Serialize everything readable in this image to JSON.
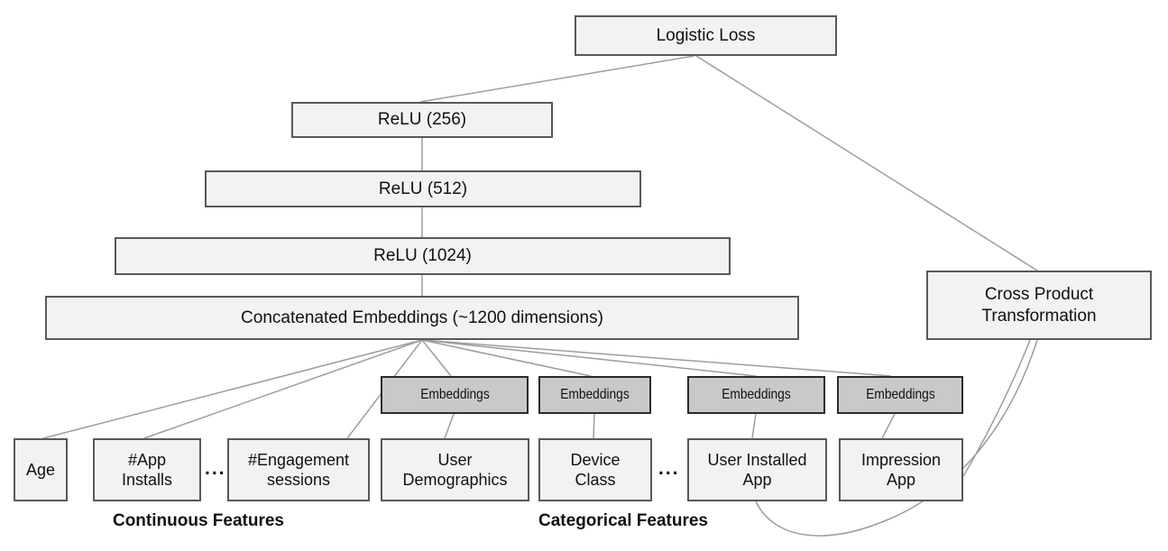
{
  "diagram": {
    "nodes": {
      "logistic_loss": "Logistic Loss",
      "relu_256": "ReLU (256)",
      "relu_512": "ReLU (512)",
      "relu_1024": "ReLU (1024)",
      "concatenated_embeddings": "Concatenated Embeddings (~1200 dimensions)",
      "cross_product": "Cross Product\nTransformation",
      "embedding_1": "Embeddings",
      "embedding_2": "Embeddings",
      "embedding_3": "Embeddings",
      "embedding_4": "Embeddings",
      "feature_age": "Age",
      "feature_app_installs": "#App\nInstalls",
      "feature_engagement": "#Engagement\nsessions",
      "feature_user_demographics": "User\nDemographics",
      "feature_device_class": "Device\nClass",
      "feature_user_installed_app": "User Installed\nApp",
      "feature_impression_app": "Impression\nApp"
    },
    "ellipsis_left": "...",
    "ellipsis_right": "...",
    "group_labels": {
      "continuous": "Continuous Features",
      "categorical": "Categorical Features"
    },
    "colors": {
      "background": "#ffffff",
      "box_fill": "#f2f2f2",
      "box_border": "#58585a",
      "embedding_fill": "#c9c9c9",
      "embedding_border": "#2b2b2b",
      "line": "#9d9d9d",
      "text": "#111111"
    }
  }
}
